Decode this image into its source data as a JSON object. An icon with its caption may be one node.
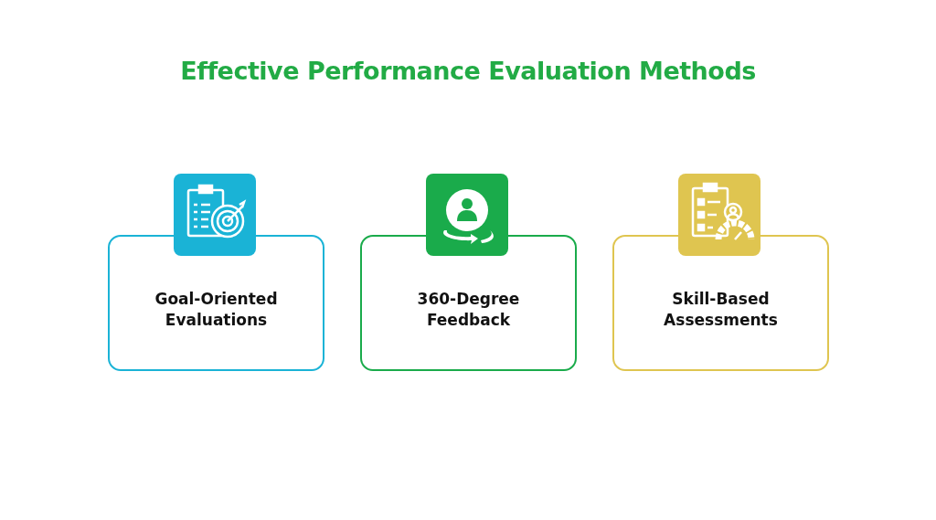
{
  "diagram": {
    "title": "Effective Performance Evaluation Methods",
    "nodes": [
      {
        "text": [
          "Goal-Oriented Evaluations"
        ]
      },
      {
        "text": [
          "360-Degree Feedback"
        ]
      },
      {
        "text": [
          "Skill-Based Assessments"
        ]
      }
    ]
  }
}
